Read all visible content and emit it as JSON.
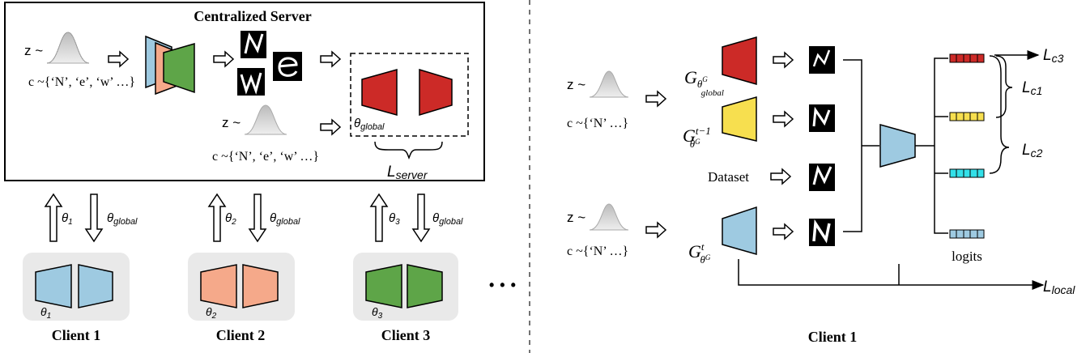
{
  "server": {
    "title": "Centralized Server",
    "z_label": "z ~",
    "c_label": "c ~{‘N’, ‘e’, ‘w’ …}",
    "theta_global": "θglobal",
    "loss_base": "L",
    "loss_sub": "server"
  },
  "links": [
    {
      "up_base": "θ",
      "up_sub": "1",
      "down_base": "θ",
      "down_sub": "global"
    },
    {
      "up_base": "θ",
      "up_sub": "2",
      "down_base": "θ",
      "down_sub": "global"
    },
    {
      "up_base": "θ",
      "up_sub": "3",
      "down_base": "θ",
      "down_sub": "global"
    }
  ],
  "clients": [
    {
      "name": "Client 1",
      "theta_base": "θ",
      "theta_sub": "1",
      "color": "#9ecae1"
    },
    {
      "name": "Client 2",
      "theta_base": "θ",
      "theta_sub": "2",
      "color": "#f5a98a"
    },
    {
      "name": "Client 3",
      "theta_base": "θ",
      "theta_sub": "3",
      "color": "#5ea548"
    }
  ],
  "ellipsis": "• • •",
  "right": {
    "z_label": "z ~",
    "c_label": "c ~{‘N’ …}",
    "dataset_label": "Dataset",
    "logits_label": "logits",
    "client_title": "Client 1",
    "generators": [
      {
        "base": "G",
        "sup": "θ",
        "sup2": "G",
        "sub2": "global",
        "color": "#cc2a27"
      },
      {
        "base": "G",
        "sup": "t−1",
        "sub": "θ",
        "sub2": "G",
        "color": "#f7df4f"
      },
      {
        "base": "G",
        "sup": "t",
        "sub": "θ",
        "sub2": "G",
        "color": "#9ecae1"
      }
    ],
    "losses": [
      {
        "base": "L",
        "sub": "c3"
      },
      {
        "base": "L",
        "sub": "c1"
      },
      {
        "base": "L",
        "sub": "c2"
      },
      {
        "base": "L",
        "sub": "local"
      }
    ],
    "logit_colors": [
      "#cc2a27",
      "#f7df4f",
      "#33e0e8",
      "#9ecae1"
    ]
  },
  "colors": {
    "server_red": "#cc2a27",
    "client_box": "#e9e9e9"
  }
}
